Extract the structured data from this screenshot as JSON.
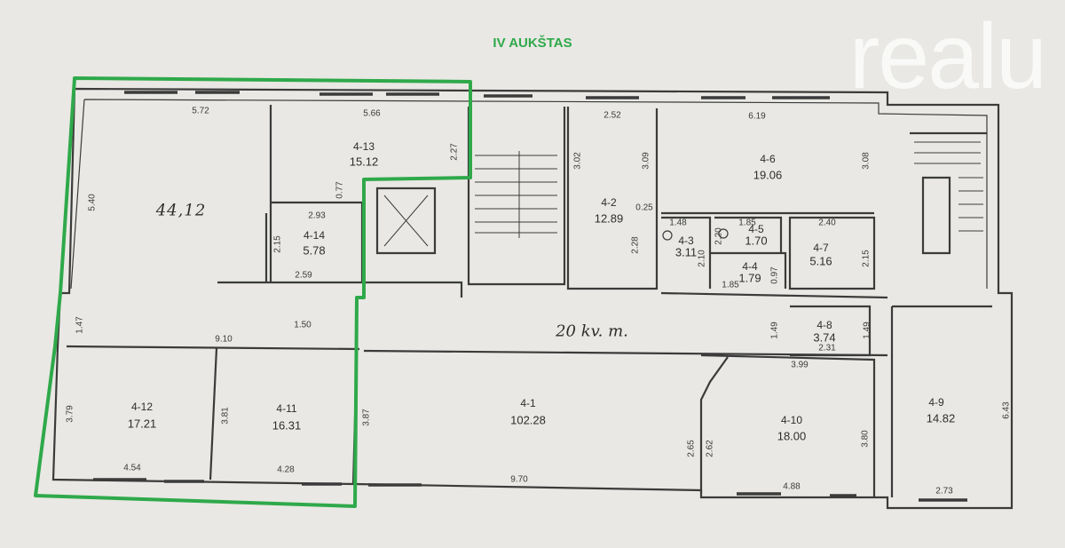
{
  "title": "IV AUKŠTAS",
  "watermark": "realu",
  "colors": {
    "highlight": "#2fa94a",
    "wall": "#3b3b3b",
    "paper": "#e9e8e4",
    "title": "#2fa94a"
  },
  "labels": {
    "room_big_area": "44,12",
    "r413_no": "4-13",
    "r413_area": "15.12",
    "r414_no": "4-14",
    "r414_area": "5.78",
    "r412_no": "4-12",
    "r412_area": "17.21",
    "r411_no": "4-11",
    "r411_area": "16.31",
    "r42_no": "4-2",
    "r42_area": "12.89",
    "r46_no": "4-6",
    "r46_area": "19.06",
    "r43_no": "4-3",
    "r43_area": "3.11",
    "r45_no": "4-5",
    "r45_area": "1.70",
    "r44_no": "4-4",
    "r44_area": "1.79",
    "r47_no": "4-7",
    "r47_area": "5.16",
    "r48_no": "4-8",
    "r48_area": "3.74",
    "r41_no": "4-1",
    "r41_area": "102.28",
    "r410_no": "4-10",
    "r410_area": "18.00",
    "r49_no": "4-9",
    "r49_area": "14.82",
    "corridor": "20 kv. m."
  },
  "dims": {
    "d572": "5.72",
    "d566": "5.66",
    "d227": "2.27",
    "d540": "5.40",
    "d077": "0.77",
    "d293": "2.93",
    "d215a": "2.15",
    "d259": "2.59",
    "d147a": "1.47",
    "d910": "9.10",
    "d150": "1.50",
    "d379": "3.79",
    "d381": "3.81",
    "d454": "4.54",
    "d428": "4.28",
    "d387": "3.87",
    "d970": "9.70",
    "d252": "2.52",
    "d302": "3.02",
    "d309": "3.09",
    "d025": "0.25",
    "d228": "2.28",
    "d619": "6.19",
    "d308": "3.08",
    "d148": "1.48",
    "d185a": "1.85",
    "d240": "2.40",
    "d220": "2.20",
    "d210": "2.10",
    "d185b": "1.85",
    "d097": "0.97",
    "d215b": "2.15",
    "d149a": "1.49",
    "d149b": "1.49",
    "d231": "2.31",
    "d399": "3.99",
    "d265": "2.65",
    "d262": "2.62",
    "d380": "3.80",
    "d488": "4.88",
    "d643": "6.43",
    "d273": "2.73"
  }
}
